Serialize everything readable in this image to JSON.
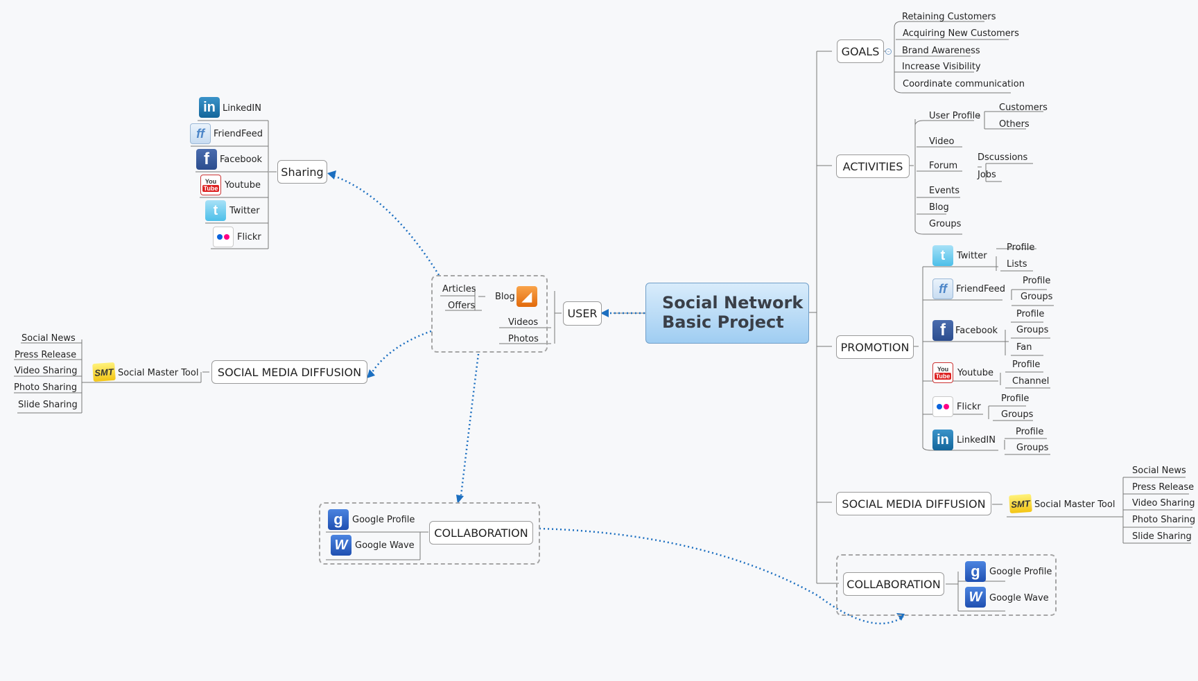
{
  "central": {
    "line1": "Social Network",
    "line2": "Basic Project"
  },
  "right": {
    "goals": {
      "label": "GOALS",
      "items": [
        "Retaining Customers",
        "Acquiring New Customers",
        "Brand Awareness",
        "Increase Visibility",
        "Coordinate communication"
      ]
    },
    "activities": {
      "label": "ACTIVITIES",
      "user_profile": "User Profile",
      "up_children": [
        "Customers",
        "Others"
      ],
      "video": "Video",
      "forum": "Forum",
      "forum_children": [
        "Dscussions",
        "Jobs"
      ],
      "events": "Events",
      "blog": "Blog",
      "groups": "Groups"
    },
    "promotion": {
      "label": "PROMOTION",
      "twitter": "Twitter",
      "twitter_children": [
        "Profile",
        "Lists"
      ],
      "friendfeed": "FriendFeed",
      "friendfeed_children": [
        "Profile",
        "Groups"
      ],
      "facebook": "Facebook",
      "facebook_children": [
        "Profile",
        "Groups",
        "Fan"
      ],
      "youtube": "Youtube",
      "youtube_children": [
        "Profile",
        "Channel"
      ],
      "flickr": "Flickr",
      "flickr_children": [
        "Profile",
        "Groups"
      ],
      "linkedin": "LinkedIN",
      "linkedin_children": [
        "Profile",
        "Groups"
      ]
    },
    "smd": {
      "label": "SOCIAL MEDIA DIFFUSION",
      "tool": "Social Master Tool",
      "items": [
        "Social News",
        "Press Release",
        "Video Sharing",
        "Photo Sharing",
        "Slide Sharing"
      ]
    },
    "collab": {
      "label": "COLLABORATION",
      "items": [
        "Google Profile",
        "Google Wave"
      ]
    }
  },
  "left": {
    "user": "USER",
    "user_items": {
      "articles": "Articles",
      "offers": "Offers",
      "blog": "Blog",
      "videos": "Videos",
      "photos": "Photos"
    },
    "sharing": {
      "label": "Sharing",
      "items": [
        "LinkedIN",
        "FriendFeed",
        "Facebook",
        "Youtube",
        "Twitter",
        "Flickr"
      ]
    },
    "smd": {
      "label": "SOCIAL MEDIA DIFFUSION",
      "tool": "Social Master Tool",
      "items": [
        "Social News",
        "Press Release",
        "Video Sharing",
        "Photo Sharing",
        "Slide Sharing"
      ]
    },
    "collab": {
      "label": "COLLABORATION",
      "items": [
        "Google Profile",
        "Google Wave"
      ]
    }
  },
  "icon_glyphs": {
    "linkedin": "in",
    "facebook": "f",
    "twitter": "t",
    "friendfeed": "ff",
    "youtube_top": "You",
    "youtube_bottom": "Tube",
    "smt": "SMT",
    "google": "g",
    "wave": "W",
    "rss": "◢"
  },
  "colors": {
    "connector": "#777777",
    "dotted_arrow": "#1c6fc0",
    "central_fill": "#9fcdf2"
  }
}
